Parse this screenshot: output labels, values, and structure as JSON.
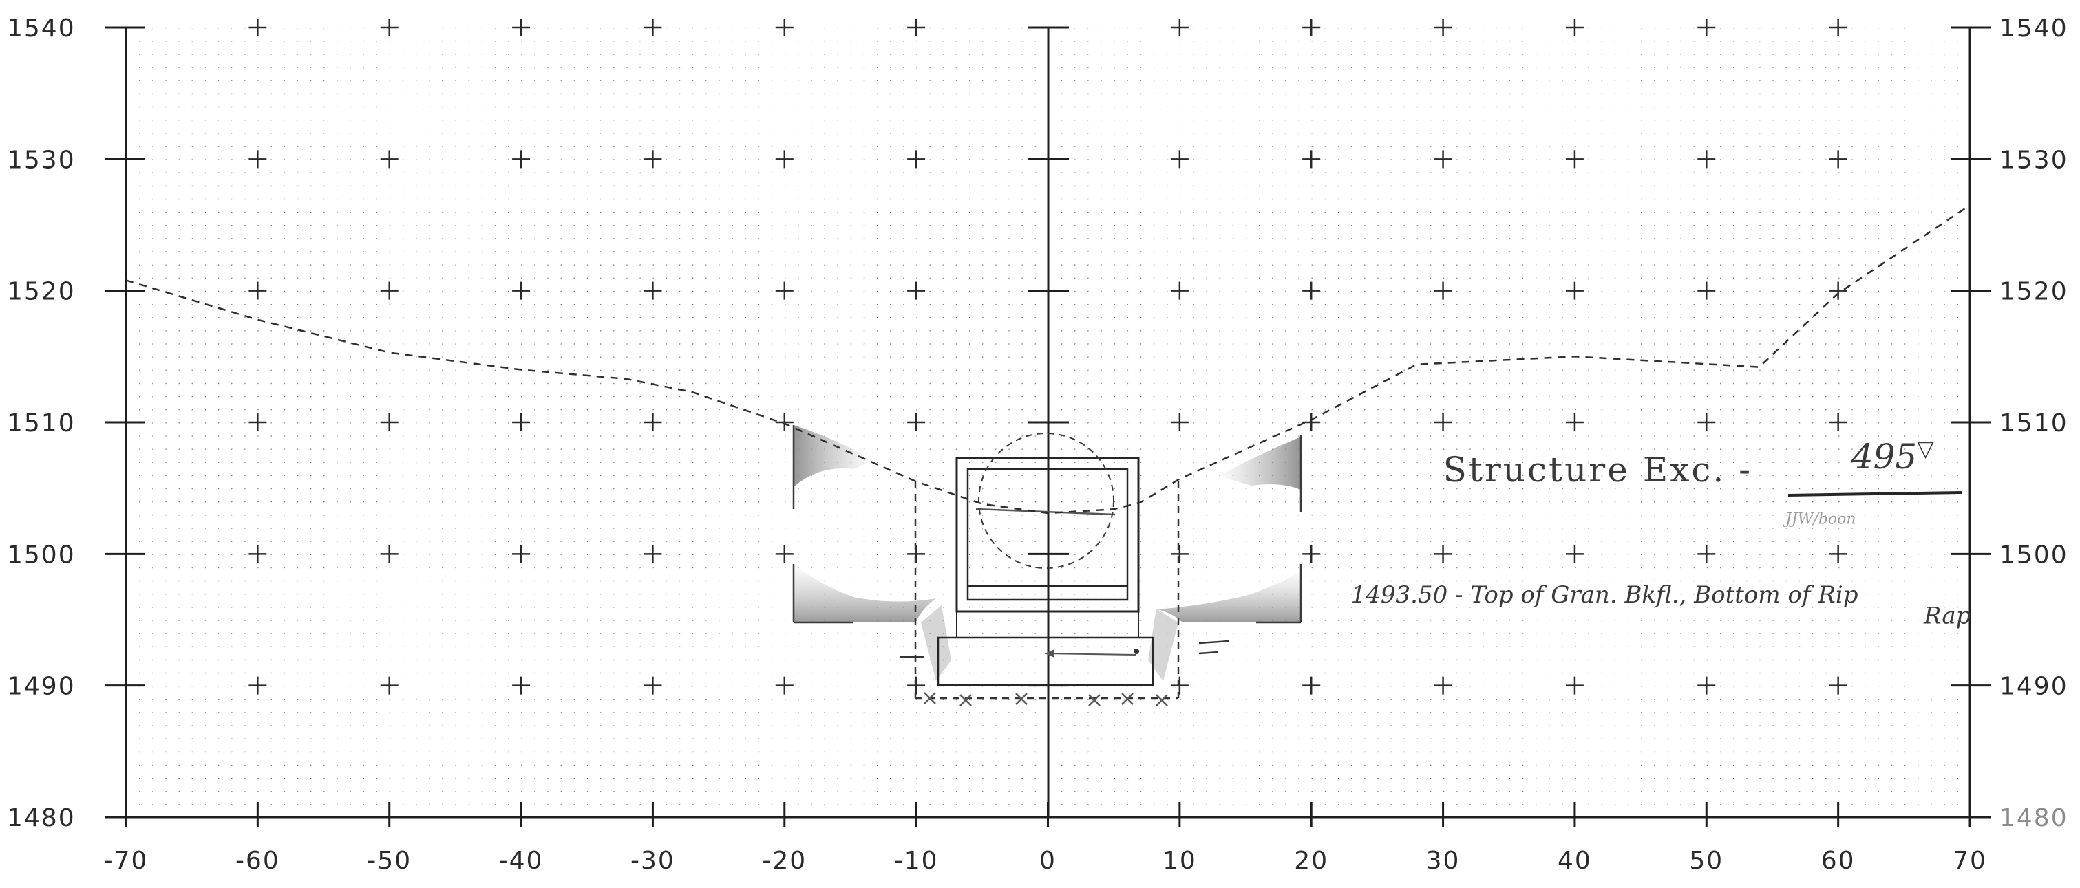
{
  "chart_data": {
    "type": "line",
    "x_ticks": [
      -70,
      -60,
      -50,
      -40,
      -30,
      -20,
      -10,
      0,
      10,
      20,
      30,
      40,
      50,
      60,
      70
    ],
    "x_tick_labels": [
      "-70",
      "-60",
      "-50",
      "-40",
      "-30",
      "-20",
      "-10",
      "0",
      "10",
      "20",
      "30",
      "40",
      "50",
      "60",
      "70"
    ],
    "y_ticks": [
      1480,
      1490,
      1500,
      1510,
      1520,
      1530,
      1540
    ],
    "y_tick_labels": [
      "1480",
      "1490",
      "1500",
      "1510",
      "1520",
      "1530",
      "1540"
    ],
    "xlim": [
      -70,
      70
    ],
    "ylim": [
      1480,
      1540
    ],
    "grid": "dotted 1-unit grid with cross marks at 10-unit intersections",
    "series": [
      {
        "style": "dashed",
        "x": [
          -70,
          -60,
          -50,
          -40,
          -32,
          -27,
          -20,
          -10,
          -5,
          0,
          5,
          7,
          10,
          20,
          28,
          40,
          54,
          60,
          70
        ],
        "y": [
          1520.8,
          1517.8,
          1515.3,
          1514,
          1513.3,
          1512.3,
          1509.9,
          1505.5,
          1503.8,
          1503.1,
          1503.4,
          1503.9,
          1505.7,
          1510.2,
          1514.4,
          1515,
          1514.2,
          1519.8,
          1526.5
        ]
      }
    ],
    "annotations": [
      {
        "text": "Structure Exc. -",
        "x": 30,
        "y": 1505.5
      },
      {
        "text": "495",
        "x": 61,
        "y": 1506.5,
        "mark": "▽"
      },
      {
        "text": "JJW/boon",
        "x": 56,
        "y": 1502.3
      },
      {
        "text": "1493.50 - Top of Gran. Bkfl., Bottom of Rip",
        "x": 23,
        "y": 1496.3
      },
      {
        "text": "Rap",
        "x": 66.5,
        "y": 1494.7
      }
    ]
  }
}
